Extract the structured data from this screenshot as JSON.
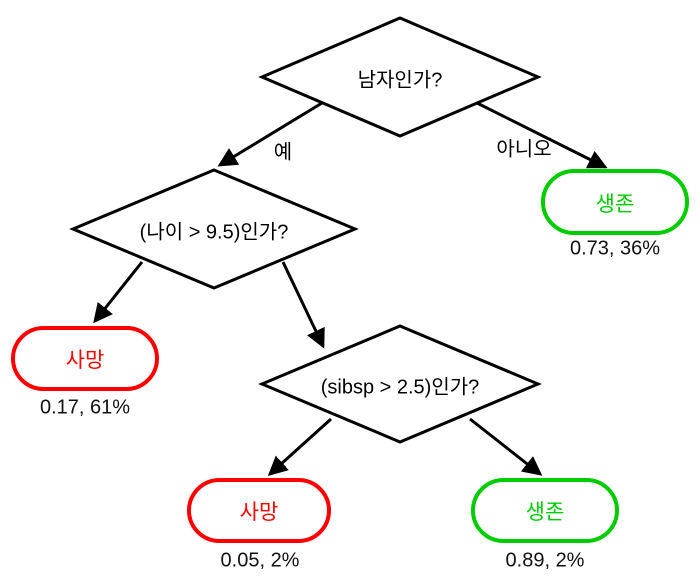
{
  "diagram": {
    "type": "decision-tree",
    "colors": {
      "survived": "#00cc00",
      "died": "#ff0000",
      "line": "#000000",
      "text": "#000000",
      "background": "#ffffff"
    },
    "nodes": {
      "root": {
        "kind": "decision",
        "label": "남자인가?"
      },
      "age": {
        "kind": "decision",
        "label": "(나이 > 9.5)인가?"
      },
      "sibsp": {
        "kind": "decision",
        "label": "(sibsp > 2.5)인가?"
      },
      "survived_right": {
        "kind": "leaf",
        "label": "생존",
        "stats": "0.73, 36%",
        "color": "#00cc00"
      },
      "died_left": {
        "kind": "leaf",
        "label": "사망",
        "stats": "0.17, 61%",
        "color": "#ff0000"
      },
      "died_bottom": {
        "kind": "leaf",
        "label": "사망",
        "stats": "0.05, 2%",
        "color": "#ff0000"
      },
      "survived_bottom": {
        "kind": "leaf",
        "label": "생존",
        "stats": "0.89, 2%",
        "color": "#00cc00"
      }
    },
    "edges": [
      {
        "from": "root",
        "to": "age",
        "label": "예"
      },
      {
        "from": "root",
        "to": "survived_right",
        "label": "아니오"
      },
      {
        "from": "age",
        "to": "died_left",
        "label": ""
      },
      {
        "from": "age",
        "to": "sibsp",
        "label": ""
      },
      {
        "from": "sibsp",
        "to": "died_bottom",
        "label": ""
      },
      {
        "from": "sibsp",
        "to": "survived_bottom",
        "label": ""
      }
    ]
  }
}
